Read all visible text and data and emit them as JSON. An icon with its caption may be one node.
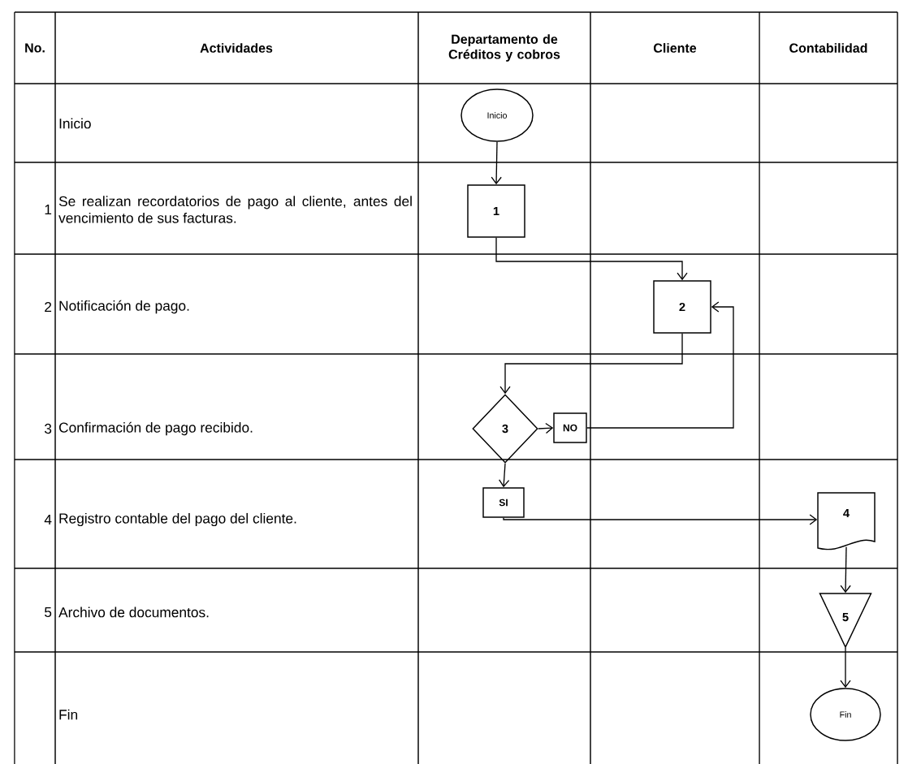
{
  "diagram": {
    "nodes": [
      {
        "text": [
          "Inicio"
        ]
      },
      {
        "text": [
          "1"
        ]
      },
      {
        "text": [
          "2"
        ]
      },
      {
        "text": [
          "3"
        ]
      },
      {
        "text": [
          "NO"
        ]
      },
      {
        "text": [
          "SI"
        ]
      },
      {
        "text": [
          "4"
        ]
      },
      {
        "text": [
          "5"
        ]
      },
      {
        "text": [
          "Fin"
        ]
      }
    ],
    "edges": [
      {
        "from": 0,
        "to": 1,
        "arrow": "to"
      },
      {
        "from": 1,
        "to": 2,
        "arrow": "to"
      },
      {
        "from": 2,
        "to": 3,
        "arrow": "to"
      },
      {
        "from": 3,
        "to": 4,
        "arrow": "to"
      },
      {
        "from": 4,
        "to": 2,
        "arrow": "to"
      },
      {
        "from": 3,
        "to": 5,
        "arrow": "to"
      },
      {
        "from": 5,
        "to": 6,
        "arrow": "to"
      },
      {
        "from": 6,
        "to": 7,
        "arrow": "to"
      },
      {
        "from": 7,
        "to": 8,
        "arrow": "to"
      }
    ],
    "labels": [
      "No.",
      "Actividades",
      "Departamento de Créditos y cobros",
      "Cliente",
      "Contabilidad",
      "Inicio",
      "1",
      "Se realizan recordatorios de pago al cliente, antes del vencimiento de sus facturas.",
      "2",
      "Notificación de pago.",
      "3",
      "Confirmación de pago recibido.",
      "4",
      "Registro contable del pago del cliente.",
      "5",
      "Archivo de documentos.",
      "Fin"
    ]
  }
}
